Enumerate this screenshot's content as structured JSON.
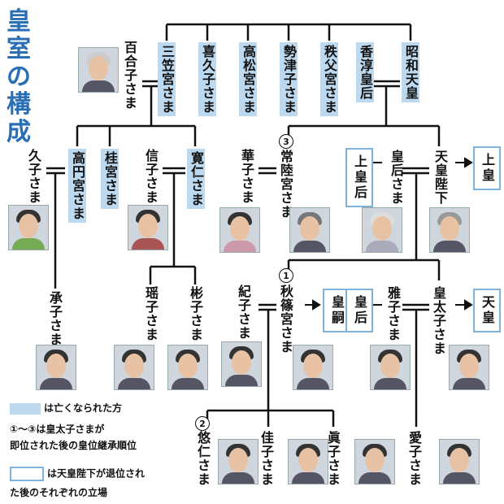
{
  "title": [
    "皇",
    "室",
    "の",
    "構",
    "成"
  ],
  "members": {
    "yuriko": "百合子さま",
    "mikasa": "三笠宮さま",
    "kikuko": "喜久子さま",
    "takamatsu": "高松宮さま",
    "setsuko": "勢津子さま",
    "chichibu": "秩父宮さま",
    "kojun": "香淳皇后",
    "showa": "昭和天皇",
    "hisako": "久子さま",
    "takamado": "高円宮さま",
    "katsura": "桂宮さま",
    "nobuko": "信子さま",
    "tomohito": "寛仁さま",
    "hanako": "華子さま",
    "hitachi": "常陸宮さま",
    "empress": "皇后さま",
    "emperor": "天皇陛下",
    "tsuguko": "承子さま",
    "yoko": "瑶子さま",
    "akiko": "彬子さま",
    "kiko": "紀子さま",
    "akishino": "秋篠宮さま",
    "masako": "雅子さま",
    "crown_prince": "皇太子さま",
    "hisahito": "悠仁さま",
    "kako": "佳子さま",
    "mako": "眞子さま",
    "aiko": "愛子さま"
  },
  "ranks": {
    "akishino": "1",
    "hisahito": "2",
    "hitachi": "3"
  },
  "roles": {
    "emperor_future": "上皇",
    "empress_future": "上皇后",
    "akishino_future": "皇嗣",
    "masako_future": "皇后",
    "crown_prince_future": "天皇"
  },
  "legend": {
    "deceased": "は亡くなられた方",
    "succession_line1": "①～③は皇太子さまが",
    "succession_line2": "即位された後の皇位継承順位",
    "box_line1": "は天皇陛下が退位され",
    "box_line2": "た後のそれぞれの立場"
  },
  "colors": {
    "deceased": "#bcd9ef",
    "role_border": "#7fb3dc",
    "title": "#2a6fb5"
  }
}
